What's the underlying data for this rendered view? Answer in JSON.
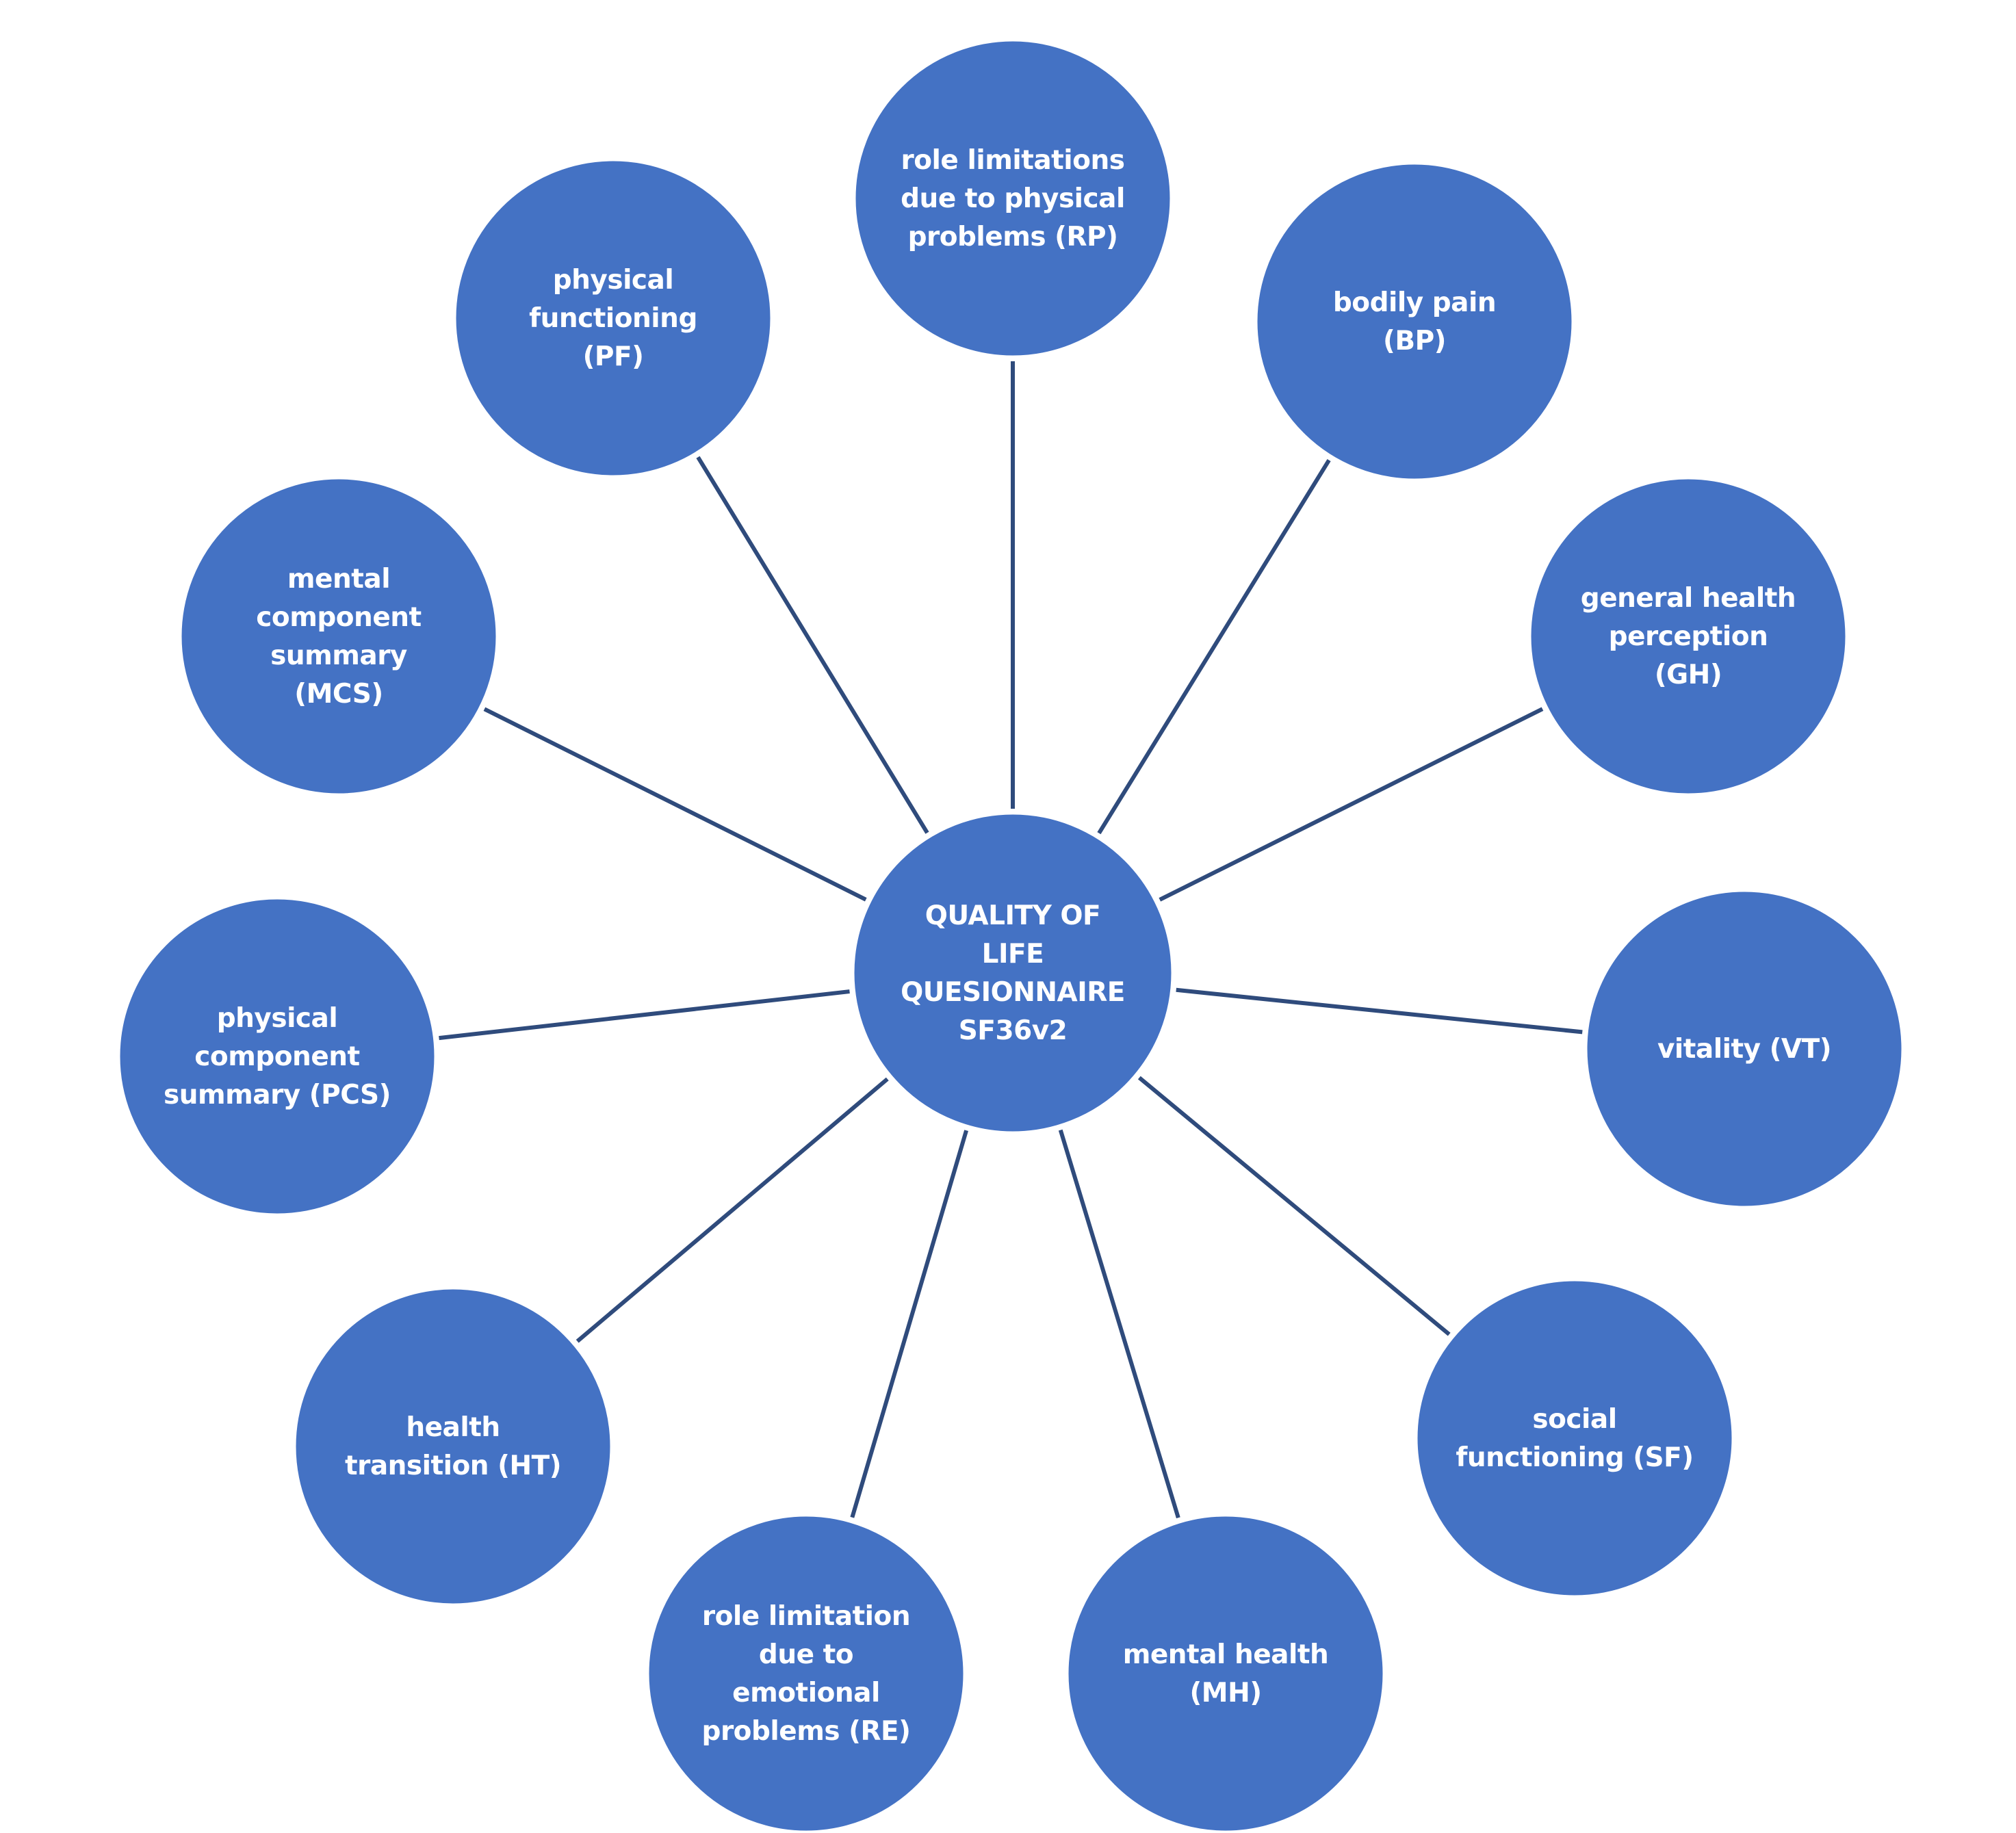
{
  "colors": {
    "node_fill": "#4472c4",
    "connector": "#2f4b7c",
    "text": "#ffffff",
    "background": "#ffffff"
  },
  "center": {
    "id": "center",
    "lines": [
      "QUALITY OF",
      "LIFE",
      "QUESIONNAIRE",
      "SF36v2"
    ]
  },
  "nodes": [
    {
      "id": "rp",
      "lines": [
        "role limitations",
        "due to physical",
        "problems (RP)"
      ]
    },
    {
      "id": "bp",
      "lines": [
        "bodily pain",
        "(BP)"
      ]
    },
    {
      "id": "gh",
      "lines": [
        "general health",
        "perception",
        "(GH)"
      ]
    },
    {
      "id": "vt",
      "lines": [
        "vitality (VT)"
      ]
    },
    {
      "id": "sf",
      "lines": [
        "social",
        "functioning (SF)"
      ]
    },
    {
      "id": "mh",
      "lines": [
        "mental health",
        "(MH)"
      ]
    },
    {
      "id": "re",
      "lines": [
        "role limitation",
        "due to",
        "emotional",
        "problems (RE)"
      ]
    },
    {
      "id": "ht",
      "lines": [
        "health",
        "transition (HT)"
      ]
    },
    {
      "id": "pcs",
      "lines": [
        "physical",
        "component",
        "summary (PCS)"
      ]
    },
    {
      "id": "mcs",
      "lines": [
        "mental",
        "component",
        "summary",
        "(MCS)"
      ]
    },
    {
      "id": "pf",
      "lines": [
        "physical",
        "functioning",
        "(PF)"
      ]
    }
  ]
}
